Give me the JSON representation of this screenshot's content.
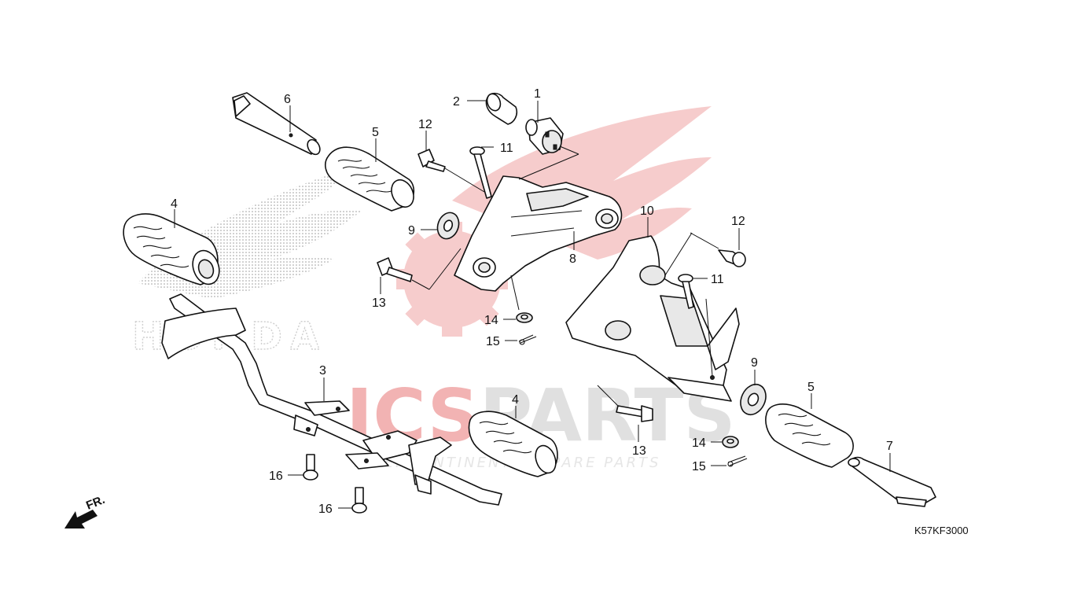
{
  "diagram": {
    "code": "K57KF3000",
    "front_marker": "FR.",
    "brand_lettering": "HONDA",
    "watermark": {
      "main_prefix": "ICS",
      "main_suffix": "PARTS",
      "sub_plain": "INTERCONTINENTAL ",
      "sub_accent": "S",
      "sub_rest": "PARE PARTS",
      "accent_color": "#f2b3b3",
      "wing_color": "#f6cccc"
    },
    "callouts": [
      {
        "id": "c1",
        "num": "1"
      },
      {
        "id": "c2",
        "num": "2"
      },
      {
        "id": "c3",
        "num": "3"
      },
      {
        "id": "c4a",
        "num": "4"
      },
      {
        "id": "c4b",
        "num": "4"
      },
      {
        "id": "c5a",
        "num": "5"
      },
      {
        "id": "c5b",
        "num": "5"
      },
      {
        "id": "c6",
        "num": "6"
      },
      {
        "id": "c7",
        "num": "7"
      },
      {
        "id": "c8",
        "num": "8"
      },
      {
        "id": "c9a",
        "num": "9"
      },
      {
        "id": "c9b",
        "num": "9"
      },
      {
        "id": "c10",
        "num": "10"
      },
      {
        "id": "c11a",
        "num": "11"
      },
      {
        "id": "c11b",
        "num": "11"
      },
      {
        "id": "c12a",
        "num": "12"
      },
      {
        "id": "c12b",
        "num": "12"
      },
      {
        "id": "c13a",
        "num": "13"
      },
      {
        "id": "c13b",
        "num": "13"
      },
      {
        "id": "c14a",
        "num": "14"
      },
      {
        "id": "c14b",
        "num": "14"
      },
      {
        "id": "c15a",
        "num": "15"
      },
      {
        "id": "c15b",
        "num": "15"
      },
      {
        "id": "c16a",
        "num": "16"
      },
      {
        "id": "c16b",
        "num": "16"
      }
    ]
  }
}
